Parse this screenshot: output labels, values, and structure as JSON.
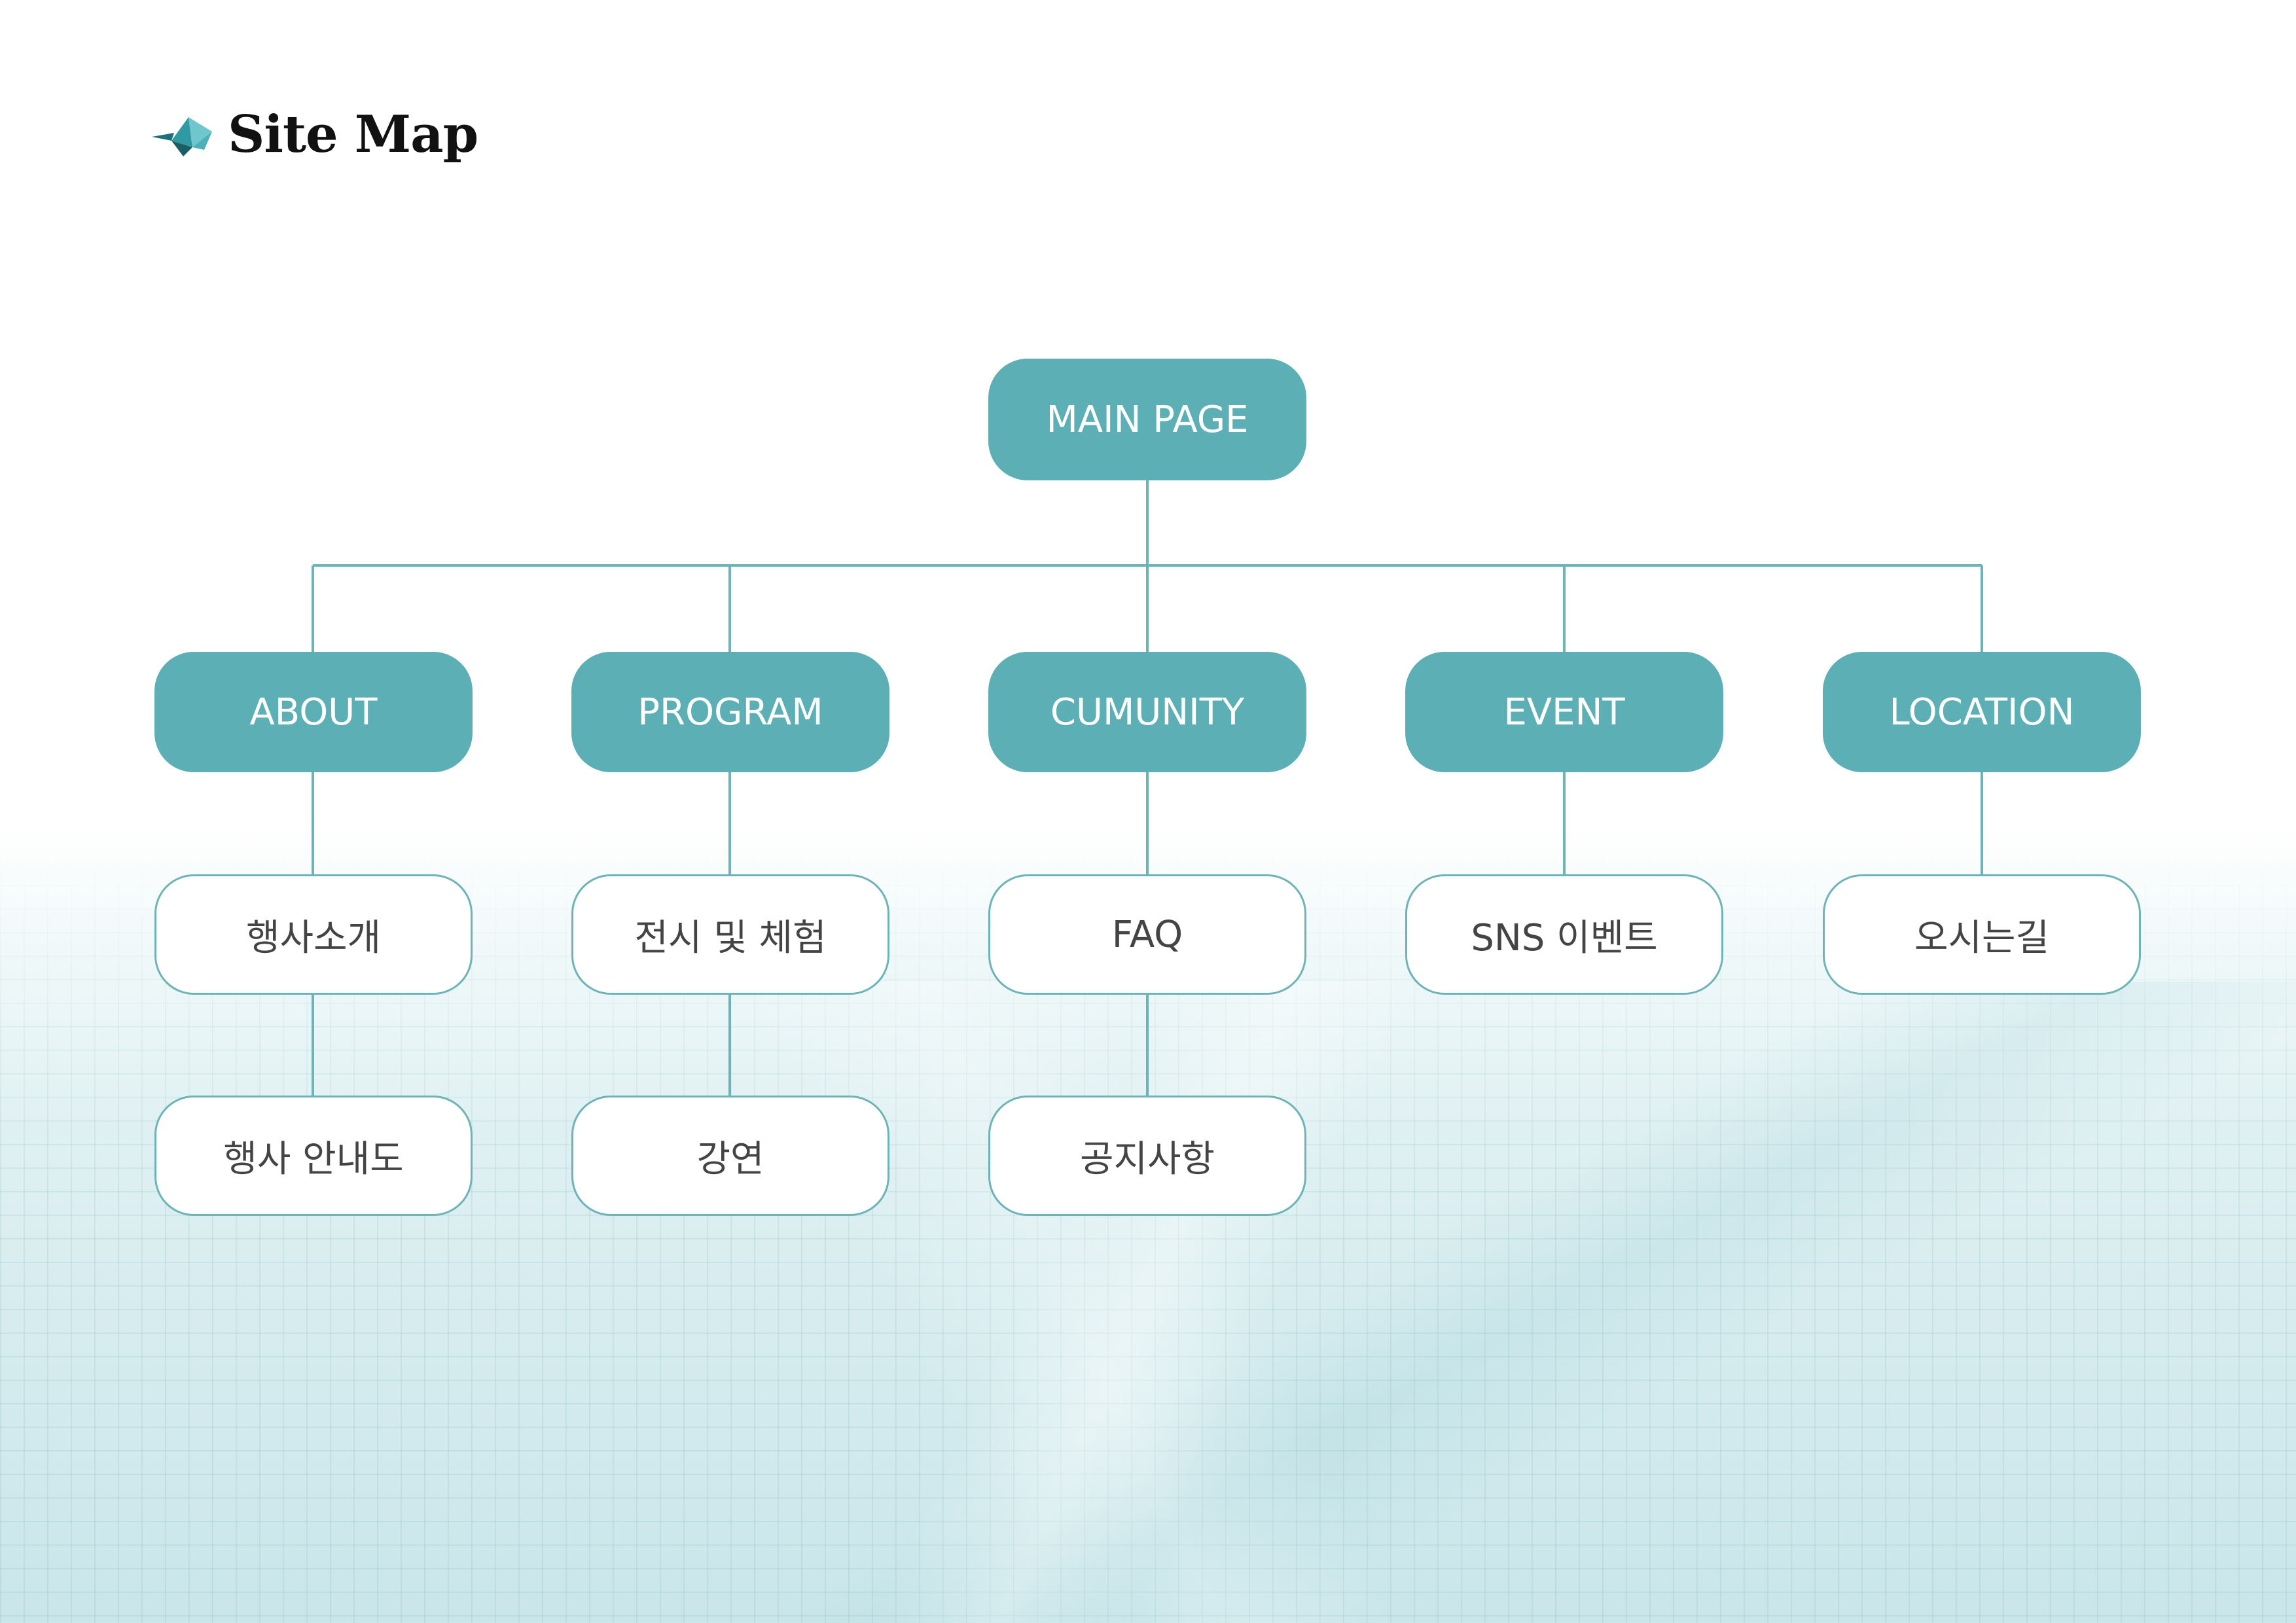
{
  "header": {
    "title": "Site Map",
    "icon": "origami-bird-icon"
  },
  "colors": {
    "accent": "#5cafb4",
    "line": "#6db4b8",
    "title": "#111111",
    "subtext": "#444444"
  },
  "tree": {
    "root": "MAIN PAGE",
    "categories": [
      {
        "label": "ABOUT",
        "children": [
          "행사소개",
          "행사 안내도"
        ]
      },
      {
        "label": "PROGRAM",
        "children": [
          "전시 및 체험",
          "강연"
        ]
      },
      {
        "label": "CUMUNITY",
        "children": [
          "FAQ",
          "공지사항"
        ]
      },
      {
        "label": "EVENT",
        "children": [
          "SNS 이벤트"
        ]
      },
      {
        "label": "LOCATION",
        "children": [
          "오시는길"
        ]
      }
    ]
  }
}
